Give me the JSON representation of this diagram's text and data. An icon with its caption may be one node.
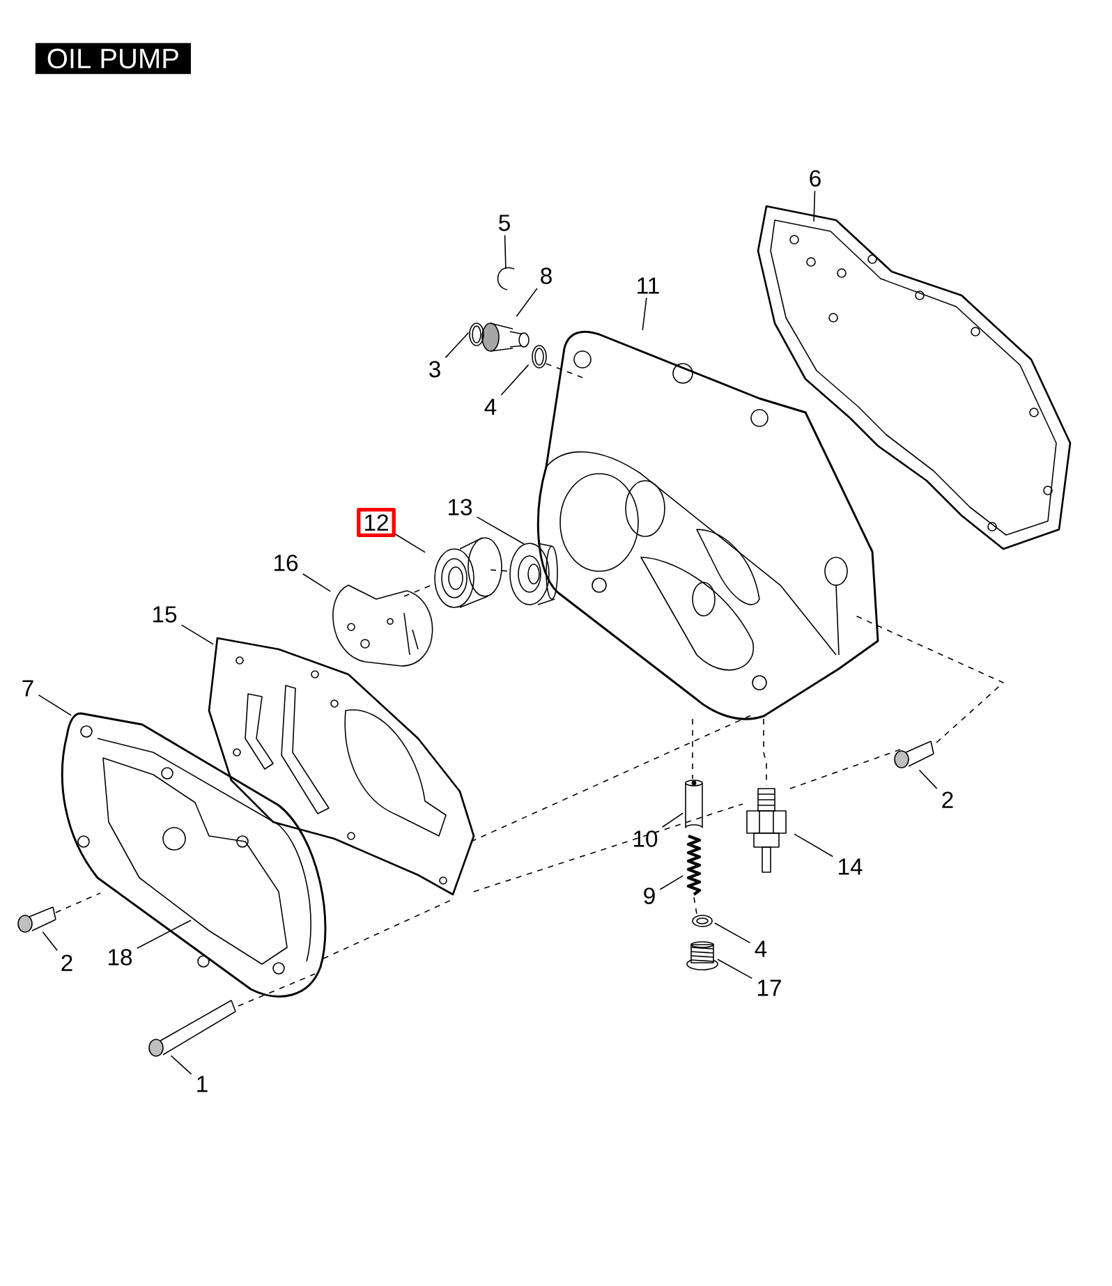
{
  "diagram": {
    "title": "OIL PUMP",
    "nodes": [
      {
        "text": [
          "5"
        ]
      },
      {
        "text": [
          "8"
        ]
      },
      {
        "text": [
          "3"
        ]
      },
      {
        "text": [
          "4"
        ]
      },
      {
        "text": [
          "11"
        ]
      },
      {
        "text": [
          "6"
        ]
      },
      {
        "text": [
          "13"
        ]
      },
      {
        "text": [
          "12"
        ]
      },
      {
        "text": [
          "16"
        ]
      },
      {
        "text": [
          "15"
        ]
      },
      {
        "text": [
          "7"
        ]
      },
      {
        "text": [
          "2"
        ]
      },
      {
        "text": [
          "10"
        ]
      },
      {
        "text": [
          "14"
        ]
      },
      {
        "text": [
          "9"
        ]
      },
      {
        "text": [
          "4"
        ]
      },
      {
        "text": [
          "2"
        ]
      },
      {
        "text": [
          "18"
        ]
      },
      {
        "text": [
          "17"
        ]
      },
      {
        "text": [
          "1"
        ]
      },
      {
        "text": [],
        "shape": "picture"
      },
      {
        "text": [],
        "shape": "picture"
      },
      {
        "text": [],
        "shape": "picture"
      },
      {
        "text": [],
        "shape": "picture"
      },
      {
        "text": [],
        "shape": "picture"
      },
      {
        "text": [],
        "shape": "picture"
      },
      {
        "text": [],
        "shape": "picture"
      },
      {
        "text": [],
        "shape": "picture"
      },
      {
        "text": [],
        "shape": "picture"
      },
      {
        "text": [],
        "shape": "picture"
      },
      {
        "text": [],
        "shape": "picture"
      },
      {
        "text": [],
        "shape": "picture"
      },
      {
        "text": [],
        "shape": "picture"
      },
      {
        "text": [],
        "shape": "picture"
      },
      {
        "text": [],
        "shape": "picture"
      },
      {
        "text": [],
        "shape": "picture"
      },
      {
        "text": [],
        "shape": "picture"
      },
      {
        "text": [],
        "shape": "picture",
        "in": 30
      },
      {
        "text": [],
        "shape": "picture"
      },
      {
        "text": [],
        "shape": "picture"
      }
    ],
    "edges": [
      {
        "from": 0,
        "to": 20,
        "arrow": "none"
      },
      {
        "from": 1,
        "to": 21,
        "arrow": "none"
      },
      {
        "from": 2,
        "to": 22,
        "arrow": "none"
      },
      {
        "from": 3,
        "to": 23,
        "arrow": "none"
      },
      {
        "from": 4,
        "to": 24,
        "arrow": "none"
      },
      {
        "from": 5,
        "to": 25,
        "arrow": "none"
      },
      {
        "from": 6,
        "to": 26,
        "arrow": "none"
      },
      {
        "from": 7,
        "to": 27,
        "arrow": "none"
      },
      {
        "from": 8,
        "to": 28,
        "arrow": "none"
      },
      {
        "from": 9,
        "to": 29,
        "arrow": "none"
      },
      {
        "from": 10,
        "to": 30,
        "arrow": "none"
      },
      {
        "from": 11,
        "to": 31,
        "arrow": "none"
      },
      {
        "from": 12,
        "to": 32,
        "arrow": "none"
      },
      {
        "from": 13,
        "to": 33,
        "arrow": "none"
      },
      {
        "from": 14,
        "to": 34,
        "arrow": "none"
      },
      {
        "from": 15,
        "to": 35,
        "arrow": "none"
      },
      {
        "from": 16,
        "to": 36,
        "arrow": "none"
      },
      {
        "from": 17,
        "to": 37,
        "arrow": "none"
      },
      {
        "from": 18,
        "to": 38,
        "arrow": "none"
      },
      {
        "from": 19,
        "to": 39,
        "arrow": "none"
      },
      {
        "from": 36,
        "to": 30,
        "arrow": "none",
        "style": "dashed"
      },
      {
        "from": 39,
        "to": 30,
        "arrow": "none",
        "style": "dashed"
      },
      {
        "from": 30,
        "to": 29,
        "arrow": "none",
        "style": "dashed"
      },
      {
        "from": 29,
        "to": 24,
        "arrow": "none",
        "style": "dashed"
      },
      {
        "from": 29,
        "to": 33,
        "arrow": "none",
        "style": "dashed"
      },
      {
        "from": 33,
        "to": 31,
        "arrow": "none",
        "style": "dashed"
      },
      {
        "from": 31,
        "to": 24,
        "arrow": "none",
        "style": "dashed"
      },
      {
        "from": 24,
        "to": 32,
        "arrow": "none",
        "style": "dashed"
      },
      {
        "from": 24,
        "to": 33,
        "arrow": "none",
        "style": "dashed"
      },
      {
        "from": 34,
        "to": 35,
        "arrow": "none",
        "style": "dashed"
      },
      {
        "from": 23,
        "to": 24,
        "arrow": "none",
        "style": "dashed"
      },
      {
        "from": 27,
        "to": 28,
        "arrow": "none",
        "style": "dashed"
      },
      {
        "from": 26,
        "to": 27,
        "arrow": "none",
        "style": "dashed"
      }
    ]
  }
}
